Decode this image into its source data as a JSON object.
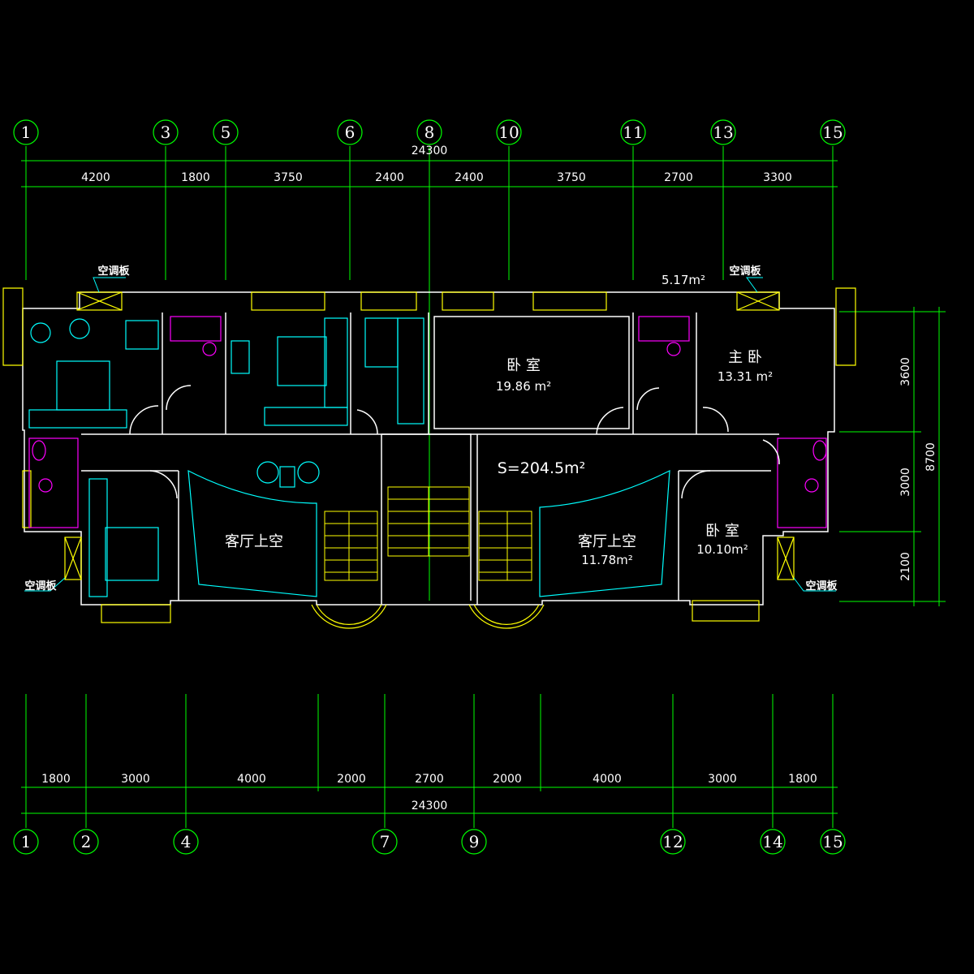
{
  "top_axes": [
    "1",
    "3",
    "5",
    "6",
    "8",
    "10",
    "11",
    "13",
    "15"
  ],
  "bottom_axes": [
    "1",
    "2",
    "4",
    "7",
    "9",
    "12",
    "14",
    "15"
  ],
  "top_total": "24300",
  "bottom_total": "24300",
  "top_dims": [
    "4200",
    "1800",
    "3750",
    "2400",
    "2400",
    "3750",
    "2700",
    "3300"
  ],
  "bottom_dims": [
    "1800",
    "3000",
    "4000",
    "2000",
    "2700",
    "2000",
    "4000",
    "3000",
    "1800"
  ],
  "right_dims": [
    "3600",
    "3000",
    "2100"
  ],
  "right_total": "8700",
  "rooms": {
    "bedroom_top_name": "卧  室",
    "bedroom_top_area": "19.86  m²",
    "master_name": "主  卧",
    "master_area": "13.31  m²",
    "living_void_left": "客厅上空",
    "living_void_right": "客厅上空",
    "living_void_right_area": "11.78m²",
    "bedroom_right_name": "卧  室",
    "bedroom_right_area": "10.10m²"
  },
  "total_area": "S=204.5m²",
  "small_area": "5.17m²",
  "ac_labels": [
    "空调板",
    "空调板",
    "空调板",
    "空调板"
  ],
  "colors": {
    "grid": "#00ff00",
    "wall": "#ffffff",
    "window": "#ffff00",
    "furniture": "#00ffff",
    "bathroom": "#ff00ff"
  }
}
